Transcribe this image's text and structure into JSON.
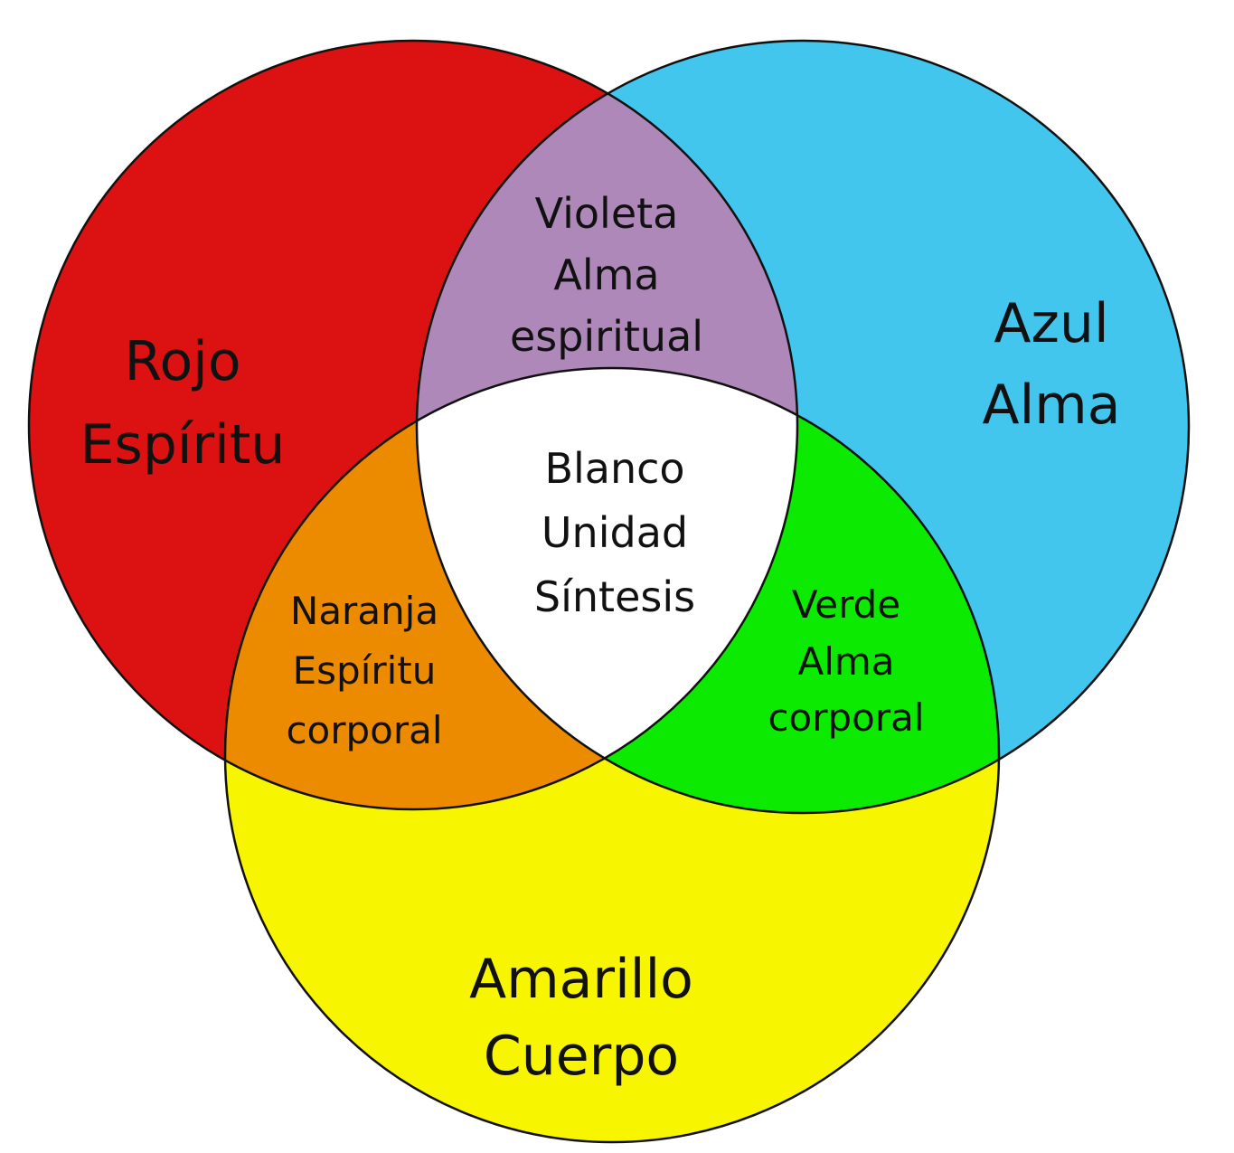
{
  "title": "Venn diagram of colors",
  "colors": {
    "red": "#DC1111",
    "blue": "#42C6EE",
    "yellow": "#F8F500",
    "violet": "#AE88B8",
    "orange": "#EC8A00",
    "green": "#0BEA00",
    "white": "#FFFFFF"
  },
  "regions": {
    "red": {
      "line1": "Rojo",
      "line2": "Espíritu"
    },
    "blue": {
      "line1": "Azul",
      "line2": "Alma"
    },
    "yellow": {
      "line1": "Amarillo",
      "line2": "Cuerpo"
    },
    "violet": {
      "line1": "Violeta",
      "line2": "Alma",
      "line3": "espiritual"
    },
    "orange": {
      "line1": "Naranja",
      "line2": "Espíritu",
      "line3": "corporal"
    },
    "green": {
      "line1": "Verde",
      "line2": "Alma",
      "line3": "corporal"
    },
    "white": {
      "line1": "Blanco",
      "line2": "Unidad",
      "line3": "Síntesis"
    }
  }
}
